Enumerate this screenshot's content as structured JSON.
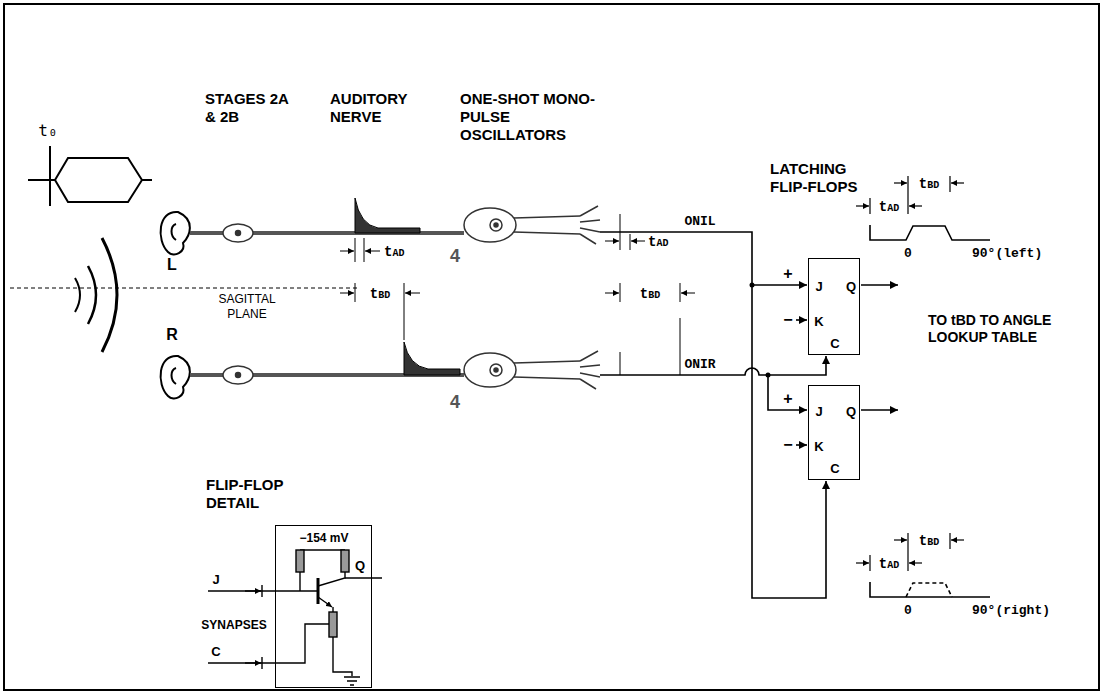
{
  "diagram": {
    "nodes": [
      {
        "text": [
          "J",
          "K",
          "C",
          "Q"
        ]
      },
      {
        "text": [
          "J",
          "K",
          "C",
          "Q"
        ]
      },
      {
        "text": [
          "FLIP-FLOP DETAIL",
          "−154 mV"
        ]
      }
    ],
    "labels": [
      "STAGES 2A & 2B",
      "AUDITORY NERVE",
      "ONE-SHOT MONO-PULSE OSCILLATORS",
      "LATCHING FLIP-FLOPS",
      "t₀",
      "L",
      "SAGITTAL PLANE",
      "R",
      "tAD",
      "tBD",
      "4",
      "4",
      "tAD",
      "tBD",
      "ONIL",
      "ONIR",
      "+",
      "−",
      "+",
      "−",
      "TO tBD TO ANGLE LOOKUP TABLE",
      "tBD",
      "tAD",
      "0",
      "90°(left)",
      "tBD",
      "tAD",
      "0",
      "90°(right)",
      "J",
      "Q",
      "SYNAPSES",
      "C"
    ]
  }
}
